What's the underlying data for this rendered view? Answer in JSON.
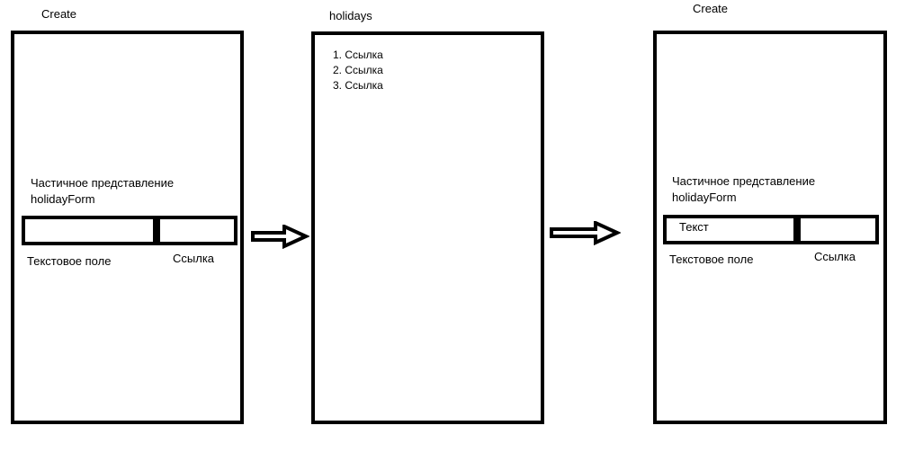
{
  "screens": [
    {
      "title": "Create",
      "partial_line1": "Частичное представление",
      "partial_line2": "holidayForm",
      "text_field_value": "",
      "text_field_label": "Текстовое поле",
      "link_label": "Ссылка"
    },
    {
      "title": "holidays",
      "list": [
        "1. Ссылка",
        "2. Ссылка",
        "3. Ссылка"
      ]
    },
    {
      "title": "Create",
      "partial_line1": "Частичное представление",
      "partial_line2": "holidayForm",
      "text_field_value": "Текст",
      "text_field_label": "Текстовое поле",
      "link_label": "Ссылка"
    }
  ],
  "arrows": [
    {
      "icon": "right-arrow-icon"
    },
    {
      "icon": "right-arrow-icon"
    }
  ]
}
